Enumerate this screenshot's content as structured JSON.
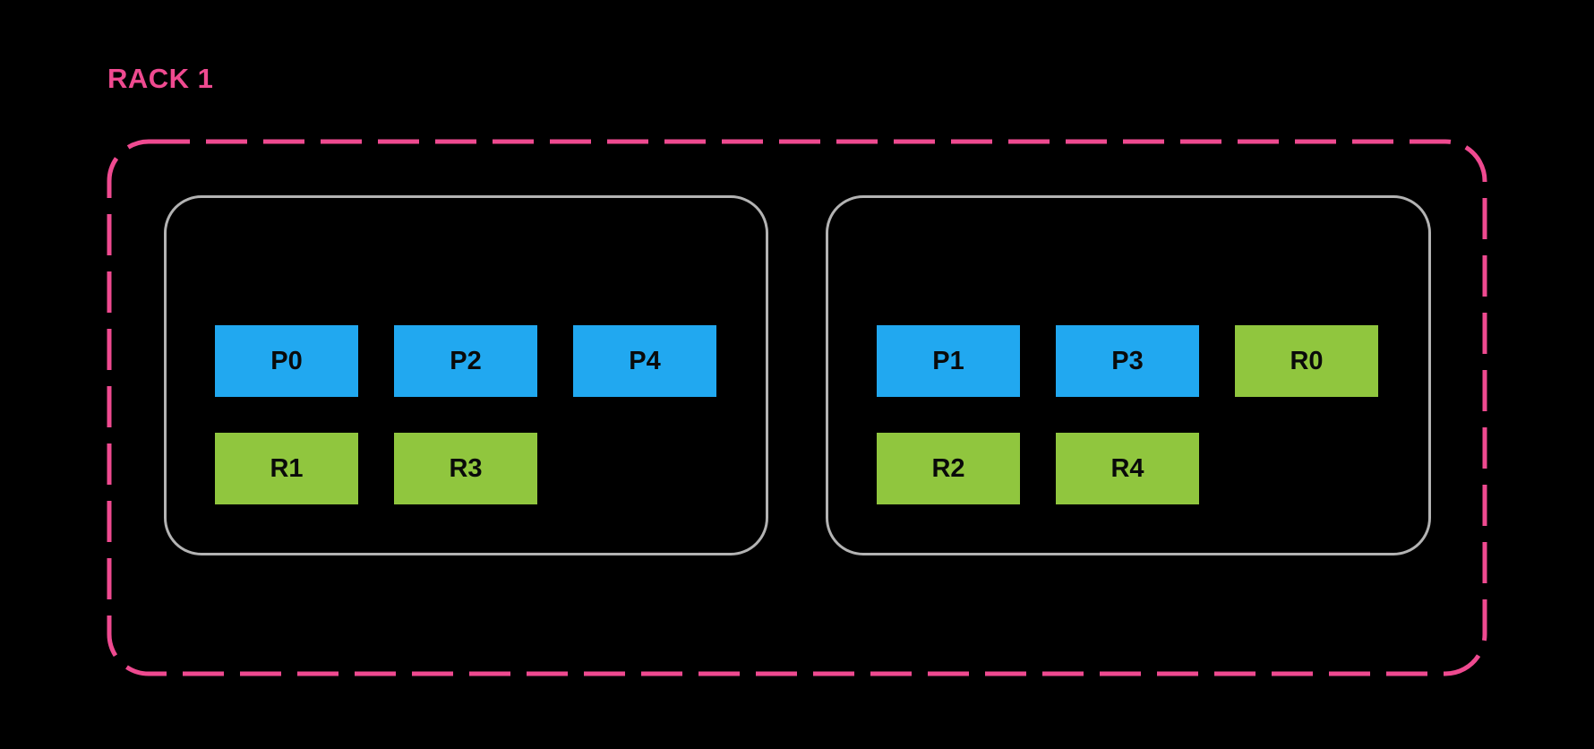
{
  "colors": {
    "background": "#000000",
    "primary_blue": "#21A8F0",
    "replica_green": "#90C63E",
    "rack_pink": "#EF4A90",
    "node_border_gray": "#B3B3B3",
    "block_text": "#0A0A0A"
  },
  "rack": {
    "title": "RACK 1",
    "nodes": [
      {
        "row_top": [
          {
            "label": "P0",
            "type": "primary"
          },
          {
            "label": "P2",
            "type": "primary"
          },
          {
            "label": "P4",
            "type": "primary"
          }
        ],
        "row_bottom": [
          {
            "label": "R1",
            "type": "replica"
          },
          {
            "label": "R3",
            "type": "replica"
          }
        ]
      },
      {
        "row_top": [
          {
            "label": "P1",
            "type": "primary"
          },
          {
            "label": "P3",
            "type": "primary"
          },
          {
            "label": "R0",
            "type": "replica"
          }
        ],
        "row_bottom": [
          {
            "label": "R2",
            "type": "replica"
          },
          {
            "label": "R4",
            "type": "replica"
          }
        ]
      }
    ]
  }
}
